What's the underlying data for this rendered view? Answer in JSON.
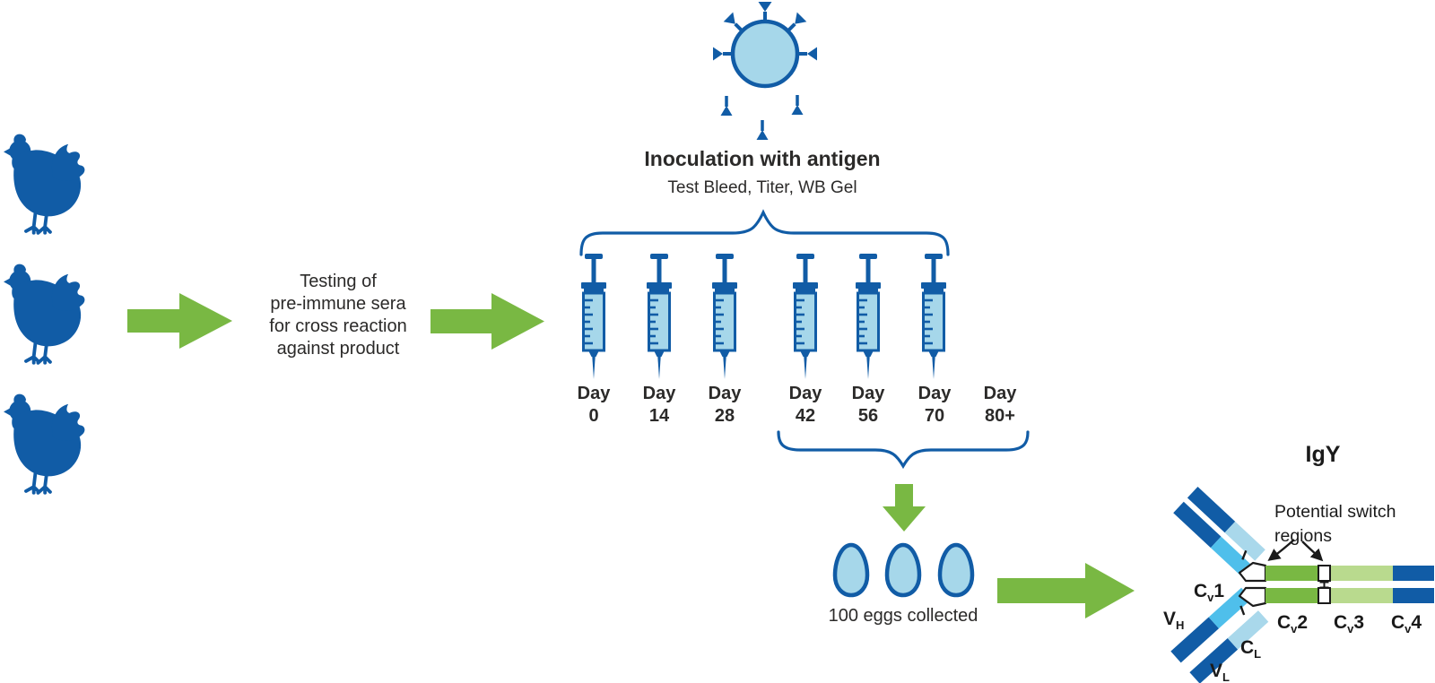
{
  "colors": {
    "dark_blue": "#115CA6",
    "light_blue": "#A6D7EA",
    "cyan": "#4FBFEB",
    "pale_blue": "#A9D8EB",
    "green": "#79B843",
    "light_green": "#B9DA8E",
    "text": "#2B2A29",
    "annotation_black": "#1A1A1A"
  },
  "flock": {
    "chicken_count": 3
  },
  "pretest": {
    "lines": [
      "Testing of",
      "pre-immune sera",
      "for cross reaction",
      "against product"
    ]
  },
  "inoculation": {
    "title": "Inoculation with antigen",
    "subtitle": "Test Bleed, Titer, WB Gel",
    "syringe_count": 6
  },
  "timeline": {
    "day_word": "Day",
    "days": [
      "0",
      "14",
      "28",
      "42",
      "56",
      "70",
      "80+"
    ]
  },
  "collection": {
    "egg_count": 3,
    "caption": "100 eggs collected"
  },
  "antibody": {
    "title": "IgY",
    "annotation": {
      "lines": [
        "Potential switch",
        "regions"
      ]
    },
    "labels": {
      "cv1": {
        "main": "C",
        "sub": "v",
        "tail": "1"
      },
      "vh": {
        "main": "V",
        "sub": "H",
        "tail": ""
      },
      "cv2": {
        "main": "C",
        "sub": "v",
        "tail": "2"
      },
      "cv3": {
        "main": "C",
        "sub": "v",
        "tail": "3"
      },
      "cv4": {
        "main": "C",
        "sub": "v",
        "tail": "4"
      },
      "cl": {
        "main": "C",
        "sub": "L",
        "tail": ""
      },
      "vl": {
        "main": "V",
        "sub": "L",
        "tail": ""
      }
    }
  }
}
